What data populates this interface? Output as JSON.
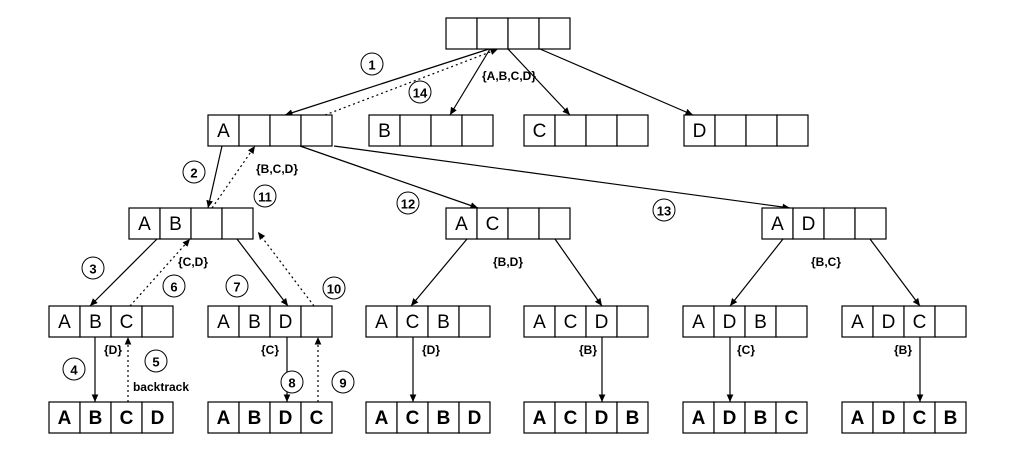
{
  "nodes": [
    {
      "id": "root",
      "cells": [
        "",
        "",
        "",
        ""
      ]
    },
    {
      "id": "n-A",
      "cells": [
        "A",
        "",
        "",
        ""
      ]
    },
    {
      "id": "n-B",
      "cells": [
        "B",
        "",
        "",
        ""
      ]
    },
    {
      "id": "n-C",
      "cells": [
        "C",
        "",
        "",
        ""
      ]
    },
    {
      "id": "n-D",
      "cells": [
        "D",
        "",
        "",
        ""
      ]
    },
    {
      "id": "n-AB",
      "cells": [
        "A",
        "B",
        "",
        ""
      ]
    },
    {
      "id": "n-AC",
      "cells": [
        "A",
        "C",
        "",
        ""
      ]
    },
    {
      "id": "n-AD",
      "cells": [
        "A",
        "D",
        "",
        ""
      ]
    },
    {
      "id": "n-ABC",
      "cells": [
        "A",
        "B",
        "C",
        ""
      ]
    },
    {
      "id": "n-ABD",
      "cells": [
        "A",
        "B",
        "D",
        ""
      ]
    },
    {
      "id": "n-ACB",
      "cells": [
        "A",
        "C",
        "B",
        ""
      ]
    },
    {
      "id": "n-ACD",
      "cells": [
        "A",
        "C",
        "D",
        ""
      ]
    },
    {
      "id": "n-ADB",
      "cells": [
        "A",
        "D",
        "B",
        ""
      ]
    },
    {
      "id": "n-ADC",
      "cells": [
        "A",
        "D",
        "C",
        ""
      ]
    },
    {
      "id": "n-ABCD",
      "cells": [
        "A",
        "B",
        "C",
        "D"
      ],
      "bold": true
    },
    {
      "id": "n-ABDC",
      "cells": [
        "A",
        "B",
        "D",
        "C"
      ],
      "bold": true
    },
    {
      "id": "n-ACBD",
      "cells": [
        "A",
        "C",
        "B",
        "D"
      ],
      "bold": true
    },
    {
      "id": "n-ACDB",
      "cells": [
        "A",
        "C",
        "D",
        "B"
      ],
      "bold": true
    },
    {
      "id": "n-ADBC",
      "cells": [
        "A",
        "D",
        "B",
        "C"
      ],
      "bold": true
    },
    {
      "id": "n-ADCB",
      "cells": [
        "A",
        "D",
        "C",
        "B"
      ],
      "bold": true
    }
  ],
  "edges": [
    {
      "from": "root",
      "to": "n-A"
    },
    {
      "from": "root",
      "to": "n-B"
    },
    {
      "from": "root",
      "to": "n-C"
    },
    {
      "from": "root",
      "to": "n-D"
    },
    {
      "from": "n-A",
      "to": "root",
      "style": "dotted"
    },
    {
      "from": "n-A",
      "to": "n-AB"
    },
    {
      "from": "n-A",
      "to": "n-AC"
    },
    {
      "from": "n-A",
      "to": "n-AD"
    },
    {
      "from": "n-AB",
      "to": "n-A",
      "style": "dotted"
    },
    {
      "from": "n-AB",
      "to": "n-ABC"
    },
    {
      "from": "n-AB",
      "to": "n-ABD"
    },
    {
      "from": "n-ABC",
      "to": "n-AB",
      "style": "dotted"
    },
    {
      "from": "n-ABD",
      "to": "n-AB",
      "style": "dotted"
    },
    {
      "from": "n-ABC",
      "to": "n-ABCD"
    },
    {
      "from": "n-ABCD",
      "to": "n-ABC",
      "style": "dotted"
    },
    {
      "from": "n-ABD",
      "to": "n-ABDC"
    },
    {
      "from": "n-ABDC",
      "to": "n-ABD",
      "style": "dotted"
    },
    {
      "from": "n-AC",
      "to": "n-ACB"
    },
    {
      "from": "n-AC",
      "to": "n-ACD"
    },
    {
      "from": "n-ACB",
      "to": "n-ACBD"
    },
    {
      "from": "n-ACD",
      "to": "n-ACDB"
    },
    {
      "from": "n-AD",
      "to": "n-ADB"
    },
    {
      "from": "n-AD",
      "to": "n-ADC"
    },
    {
      "from": "n-ADB",
      "to": "n-ADBC"
    },
    {
      "from": "n-ADC",
      "to": "n-ADCB"
    }
  ],
  "steps": [
    "1",
    "2",
    "3",
    "4",
    "5",
    "6",
    "7",
    "8",
    "9",
    "10",
    "11",
    "12",
    "13",
    "14"
  ],
  "sets": [
    "{A,B,C,D}",
    "{B,C,D}",
    "{C,D}",
    "{D}",
    "{C}",
    "{B,D}",
    "{D}",
    "{B}",
    "{B,C}",
    "{C}",
    "{B}"
  ],
  "backtrack_label": "backtrack"
}
